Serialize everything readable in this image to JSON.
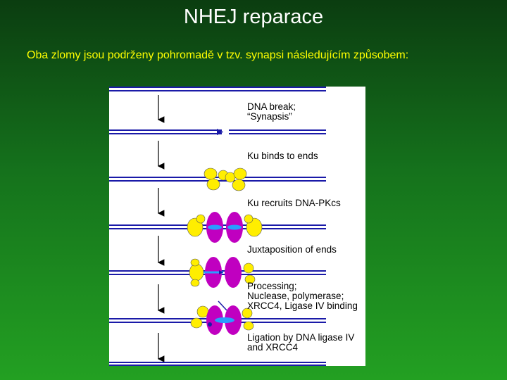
{
  "slide": {
    "title": "NHEJ reparace",
    "subtitle": "Oba zlomy jsou podrženy pohromadě v tzv. synapsi následujícím způsobem:"
  },
  "figure": {
    "steps": [
      {
        "line1": "DNA break;",
        "line2": "“Synapsis”"
      },
      {
        "line1": "Ku binds to ends",
        "line2": ""
      },
      {
        "line1": "Ku recruits DNA-PKcs",
        "line2": ""
      },
      {
        "line1": "Juxtaposition of ends",
        "line2": ""
      },
      {
        "line1": "Processing;",
        "line2": "Nuclease, polymerase;",
        "line3": "XRCC4, Ligase IV binding"
      },
      {
        "line1": "Ligation by DNA ligase IV",
        "line2": "and XRCC4"
      }
    ],
    "colors": {
      "dna": "#1a1aa8",
      "ku": "#ffee00",
      "dna_pkcs": "#c000c0",
      "ligase": "#2a9cff"
    }
  }
}
